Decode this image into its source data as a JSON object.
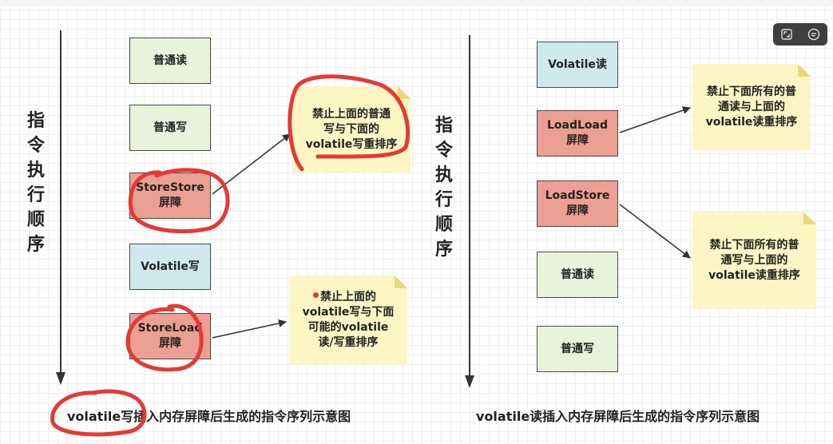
{
  "left": {
    "order_label": "指\n令\n执\n行\n顺\n序",
    "boxes": [
      {
        "label": "普通读",
        "color": "#e9f3dc"
      },
      {
        "label": "普通写",
        "color": "#e9f3dc"
      },
      {
        "label": "StoreStore\n屏障",
        "color": "#ec9f93"
      },
      {
        "label": "Volatile写",
        "color": "#cfe9ef"
      },
      {
        "label": "StoreLoad\n屏障",
        "color": "#ec9f93"
      }
    ],
    "notes": [
      "禁止上面的普通\n写与下面的\nvolatile写重排序",
      "禁止上面的\nvolatile写与下面\n可能的volatile\n读/写重排序"
    ],
    "caption": "volatile写插入内存屏障后生成的指令序列示意图"
  },
  "right": {
    "order_label": "指\n令\n执\n行\n顺\n序",
    "boxes": [
      {
        "label": "Volatile读",
        "color": "#cfe9ef"
      },
      {
        "label": "LoadLoad\n屏障",
        "color": "#ec9f93"
      },
      {
        "label": "LoadStore\n屏障",
        "color": "#ec9f93"
      },
      {
        "label": "普通读",
        "color": "#e9f3dc"
      },
      {
        "label": "普通写",
        "color": "#e9f3dc"
      }
    ],
    "notes": [
      "禁止下面所有的普\n通读与上面的\nvolatile读重排序",
      "禁止下面所有的普\n通写与上面的\nvolatile读重排序"
    ],
    "caption": "volatile读插入内存屏障后生成的指令序列示意图"
  },
  "toolbar": {
    "expand_icon": "expand-icon",
    "comment_icon": "comment-icon"
  },
  "colors": {
    "annotation_red": "#e53935",
    "note_yellow": "#fdf6c4",
    "arrow": "#333333"
  }
}
